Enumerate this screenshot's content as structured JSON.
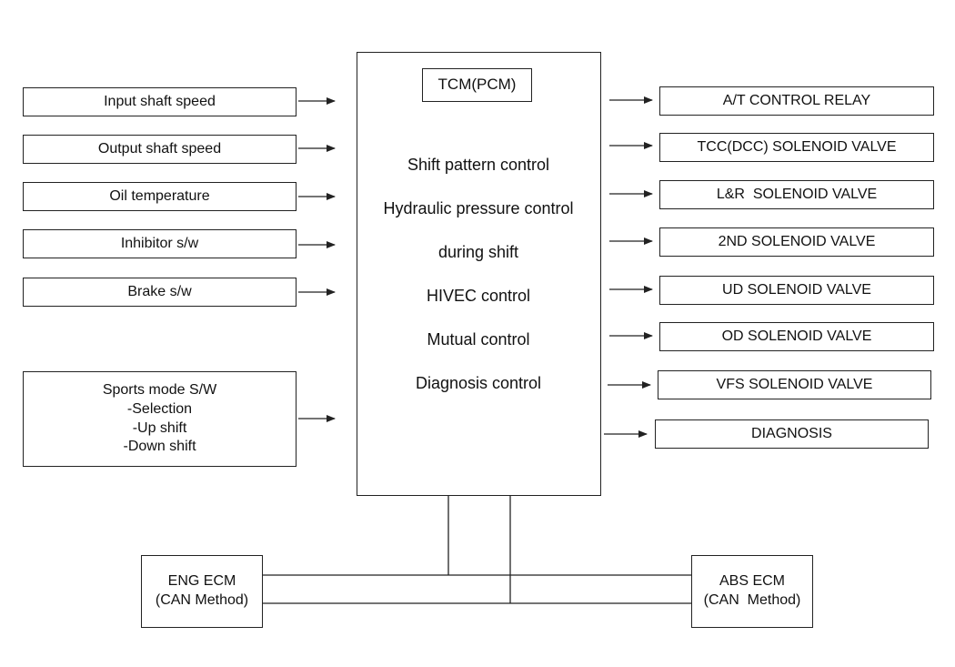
{
  "tcm": {
    "title": "TCM(PCM)",
    "functions": [
      "Shift pattern control",
      "Hydraulic pressure control",
      "during shift",
      "HIVEC control",
      "Mutual control",
      "Diagnosis control"
    ]
  },
  "inputs": [
    "Input shaft speed",
    "Output shaft speed",
    "Oil temperature",
    "Inhibitor s/w",
    "Brake s/w"
  ],
  "sports_mode": [
    "Sports mode S/W",
    "-Selection",
    "-Up shift",
    "-Down shift"
  ],
  "outputs": [
    "A/T CONTROL RELAY",
    "TCC(DCC) SOLENOID VALVE",
    "L&R  SOLENOID VALVE",
    "2ND SOLENOID VALVE",
    "UD SOLENOID VALVE",
    "OD SOLENOID VALVE",
    "VFS SOLENOID VALVE",
    "DIAGNOSIS"
  ],
  "eng_ecm": [
    "ENG ECM",
    "(CAN Method)"
  ],
  "abs_ecm": [
    "ABS ECM",
    "(CAN  Method)"
  ]
}
